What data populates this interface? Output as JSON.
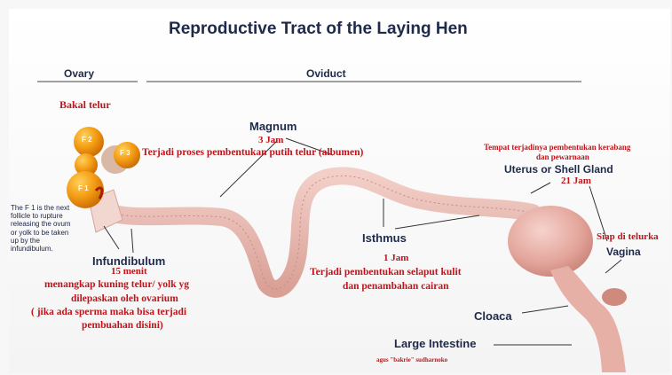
{
  "title": "Reproductive Tract of the Laying Hen",
  "sections": {
    "ovary": "Ovary",
    "oviduct": "Oviduct"
  },
  "follicles": [
    "F 2",
    "F 3",
    "F 1"
  ],
  "labels": {
    "bakal_telur": "Bakal telur",
    "magnum": "Magnum",
    "magnum_time": "3 Jam",
    "magnum_desc": "Terjadi proses pembentukan putih telur (albumen)",
    "uterus_desc_1": "Tempat terjadinya pembentukan kerabang",
    "uterus_desc_2": "dan pewarnaan",
    "uterus": "Uterus or Shell Gland",
    "uterus_time": "21 Jam",
    "f1_note": "The F 1 is the next follicle to rupture releasing the ovum or yolk to be taken up by the infundibulum.",
    "infundibulum": "Infundibulum",
    "infund_time": "15 menit",
    "infund_desc_1": "menangkap kuning telur/ yolk yg",
    "infund_desc_2": "dilepaskan oleh ovarium",
    "infund_desc_3": "( jika ada sperma maka bisa terjadi",
    "infund_desc_4": "pembuahan disini)",
    "isthmus": "Isthmus",
    "isthmus_time": "1 Jam",
    "isthmus_desc_1": "Terjadi pembentukan selaput kulit",
    "isthmus_desc_2": "dan penambahan cairan",
    "siap": "Siap di telurka",
    "vagina": "Vagina",
    "cloaca": "Cloaca",
    "large_intestine": "Large Intestine",
    "credit": "agus \"bakrie\" sudharnoko"
  },
  "colors": {
    "title": "#1f2a4a",
    "annotation": "#c0141a",
    "tissue": "#e8b4ac",
    "follicle": "#f0a020"
  }
}
